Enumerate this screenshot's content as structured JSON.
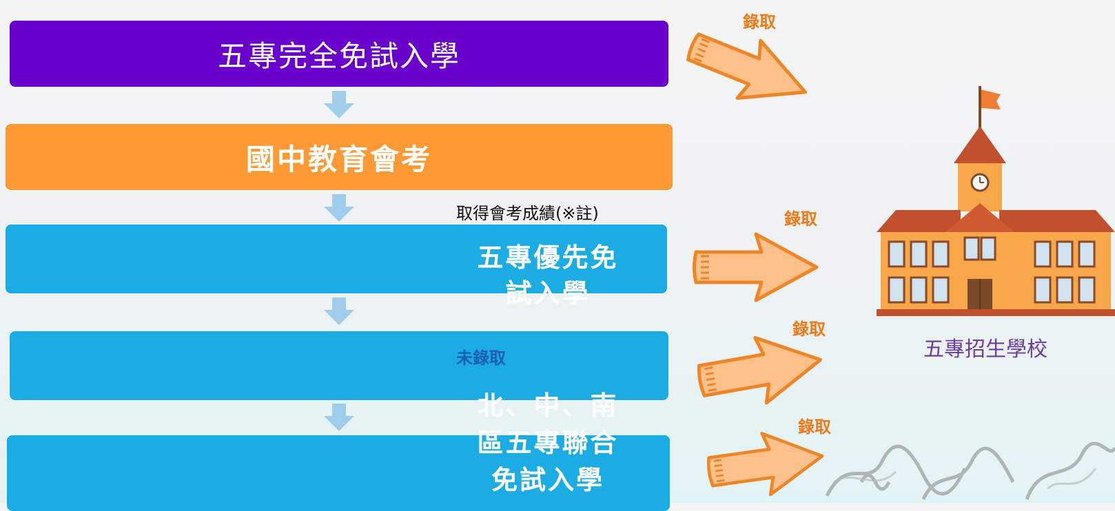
{
  "flow": {
    "step1": "五專完全免試入學",
    "step2": "國中教育會考",
    "step2_note": "取得會考成績(※註)",
    "step3_line1": "五專優先免",
    "step3_line2": "試入學",
    "step3_note": "未錄取",
    "step4_line1": "北、中、南",
    "step4_line2": "區五專聯合",
    "step4_line3": "免試入學"
  },
  "outcomes": {
    "admit1": "錄取",
    "admit2": "錄取",
    "admit3": "錄取",
    "admit4": "錄取"
  },
  "school": {
    "label": "五專招生學校"
  },
  "colors": {
    "purple": "#6a00cc",
    "orange": "#fd9a36",
    "blue": "#1aace2",
    "arrow_fill": "#fcc08a",
    "arrow_stroke": "#ee8526"
  }
}
